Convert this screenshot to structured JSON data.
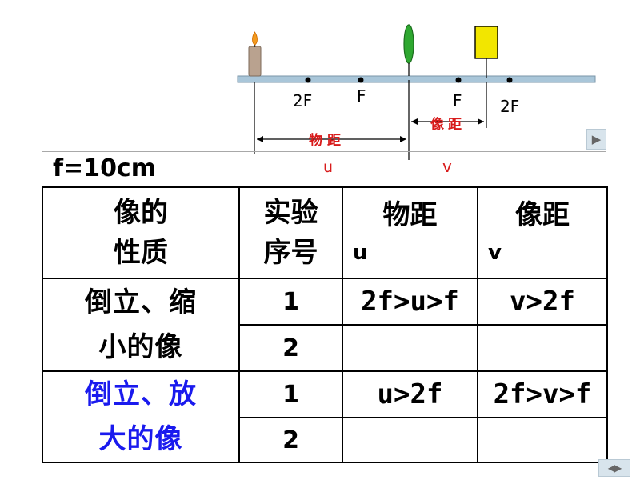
{
  "diagram": {
    "labels": {
      "left_2f": "2F",
      "left_f": "F",
      "right_f": "F",
      "right_2f": "2F",
      "object_distance": "物距",
      "image_distance": "像距",
      "u": "u",
      "v": "v"
    },
    "colors": {
      "axis_fill": "#a9c6d9",
      "lens": "#2ea830",
      "image": "#f2e600",
      "annotation": "#d81b1b",
      "candle": "#b9a28f"
    }
  },
  "focal_length": "f=10cm",
  "table": {
    "headers": {
      "nature": [
        "像的",
        "性质"
      ],
      "trial": [
        "实验",
        "序号"
      ],
      "object_distance": "物距",
      "object_symbol": "u",
      "image_distance": "像距",
      "image_symbol": "v"
    },
    "groups": [
      {
        "nature": [
          "倒立、缩",
          "小的像"
        ],
        "trials": [
          "1",
          "2"
        ],
        "object_condition": "2f>u>f",
        "image_condition": "v>2f"
      },
      {
        "nature": [
          "倒立、放",
          "大的像"
        ],
        "trials": [
          "1",
          "2"
        ],
        "object_condition": "u>2f",
        "image_condition": "2f>v>f"
      }
    ]
  },
  "colors": {
    "highlight_text": "#1a1aee",
    "table_border": "#000000"
  },
  "nav": {
    "next_glyph": "▶",
    "pair_glyph": "◀▶"
  }
}
